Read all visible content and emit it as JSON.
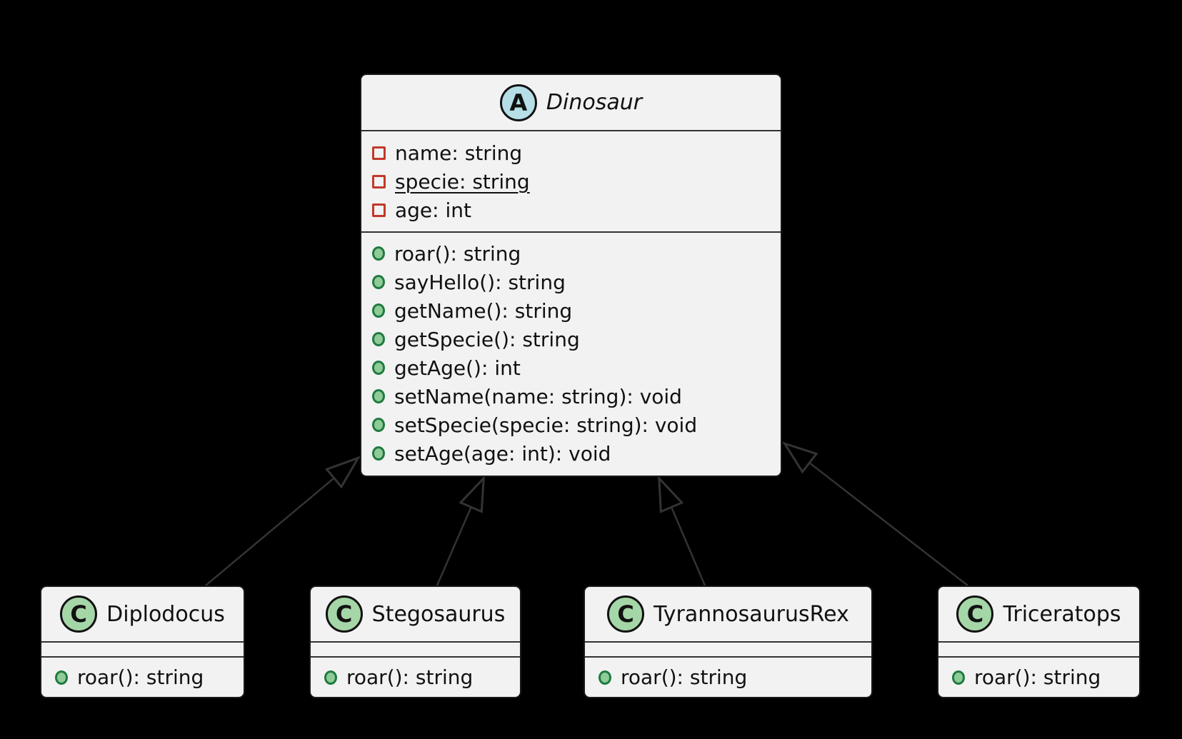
{
  "background": "#000000",
  "colors": {
    "box_fill": "#f2f2f2",
    "box_border": "#191919",
    "separator": "#333333",
    "edge": "#333333",
    "text": "#111111",
    "abstract_badge_fill": "#b5dee6",
    "class_badge_fill": "#a5d6a7",
    "private_icon": "#c0392b",
    "public_icon_fill": "#8fcb96",
    "public_icon_border": "#1e7a41"
  },
  "classes": [
    {
      "name": "Dinosaur",
      "badge": "A",
      "badge_type": "abstract",
      "attributes": [
        {
          "icon": "private-field-icon",
          "text": "name: string",
          "underline": false
        },
        {
          "icon": "private-field-icon",
          "text": "specie: string",
          "underline": true
        },
        {
          "icon": "private-field-icon",
          "text": "age: int",
          "underline": false
        }
      ],
      "methods": [
        {
          "icon": "public-method-icon",
          "text": "roar(): string"
        },
        {
          "icon": "public-method-icon",
          "text": "sayHello(): string"
        },
        {
          "icon": "public-method-icon",
          "text": "getName(): string"
        },
        {
          "icon": "public-method-icon",
          "text": "getSpecie(): string"
        },
        {
          "icon": "public-method-icon",
          "text": "getAge(): int"
        },
        {
          "icon": "public-method-icon",
          "text": "setName(name: string): void"
        },
        {
          "icon": "public-method-icon",
          "text": "setSpecie(specie: string): void"
        },
        {
          "icon": "public-method-icon",
          "text": "setAge(age: int): void"
        }
      ]
    },
    {
      "name": "Diplodocus",
      "badge": "C",
      "badge_type": "class",
      "attributes": [],
      "methods": [
        {
          "icon": "public-method-icon",
          "text": "roar(): string"
        }
      ]
    },
    {
      "name": "Stegosaurus",
      "badge": "C",
      "badge_type": "class",
      "attributes": [],
      "methods": [
        {
          "icon": "public-method-icon",
          "text": "roar(): string"
        }
      ]
    },
    {
      "name": "TyrannosaurusRex",
      "badge": "C",
      "badge_type": "class",
      "attributes": [],
      "methods": [
        {
          "icon": "public-method-icon",
          "text": "roar(): string"
        }
      ]
    },
    {
      "name": "Triceratops",
      "badge": "C",
      "badge_type": "class",
      "attributes": [],
      "methods": [
        {
          "icon": "public-method-icon",
          "text": "roar(): string"
        }
      ]
    }
  ],
  "relations": [
    {
      "from": "Diplodocus",
      "to": "Dinosaur",
      "type": "inheritance"
    },
    {
      "from": "Stegosaurus",
      "to": "Dinosaur",
      "type": "inheritance"
    },
    {
      "from": "TyrannosaurusRex",
      "to": "Dinosaur",
      "type": "inheritance"
    },
    {
      "from": "Triceratops",
      "to": "Dinosaur",
      "type": "inheritance"
    }
  ]
}
